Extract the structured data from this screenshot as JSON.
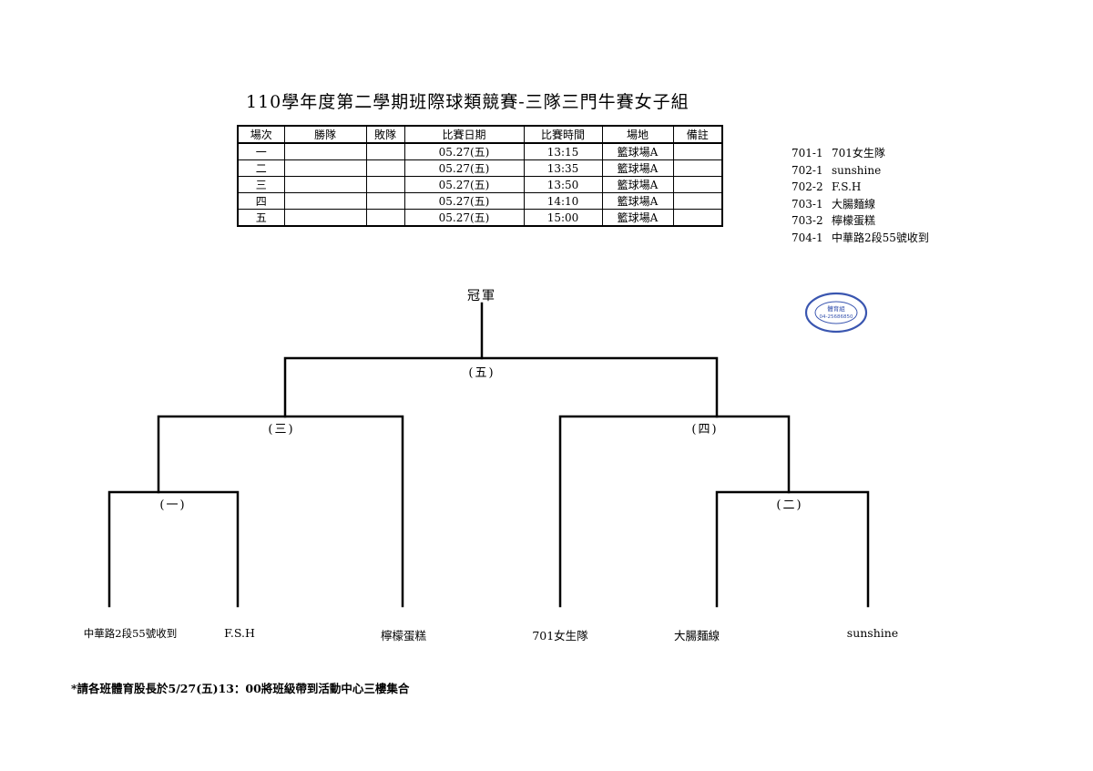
{
  "title": "110學年度第二學期班際球類競賽-三隊三門牛賽女子組",
  "schedule": {
    "headers": [
      "場次",
      "勝隊",
      "敗隊",
      "比賽日期",
      "比賽時間",
      "場地",
      "備註"
    ],
    "rows": [
      {
        "match": "一",
        "winner": "",
        "loser": "",
        "date": "05.27(五)",
        "time": "13:15",
        "venue": "籃球場A",
        "note": ""
      },
      {
        "match": "二",
        "winner": "",
        "loser": "",
        "date": "05.27(五)",
        "time": "13:35",
        "venue": "籃球場A",
        "note": ""
      },
      {
        "match": "三",
        "winner": "",
        "loser": "",
        "date": "05.27(五)",
        "time": "13:50",
        "venue": "籃球場A",
        "note": ""
      },
      {
        "match": "四",
        "winner": "",
        "loser": "",
        "date": "05.27(五)",
        "time": "14:10",
        "venue": "籃球場A",
        "note": ""
      },
      {
        "match": "五",
        "winner": "",
        "loser": "",
        "date": "05.27(五)",
        "time": "15:00",
        "venue": "籃球場A",
        "note": ""
      }
    ]
  },
  "teams": [
    {
      "code": "701-1",
      "name": "701女生隊"
    },
    {
      "code": "702-1",
      "name": "sunshine"
    },
    {
      "code": "702-2",
      "name": "F.S.H"
    },
    {
      "code": "703-1",
      "name": "大腸麵線"
    },
    {
      "code": "703-2",
      "name": "檸檬蛋糕"
    },
    {
      "code": "704-1",
      "name": "中華路2段55號收到"
    }
  ],
  "bracket": {
    "champion": "冠軍",
    "rounds": {
      "r1": "(一)",
      "r2": "(二)",
      "r3": "(三)",
      "r4": "(四)",
      "r5": "(五)"
    },
    "slots": [
      "中華路2段55號收到",
      "F.S.H",
      "檸檬蛋糕",
      "701女生隊",
      "大腸麵線",
      "sunshine"
    ]
  },
  "stamp": {
    "phone": "04-25686850",
    "unit": "體育組"
  },
  "footnote": "*請各班體育股長於5/27(五)13：00將班級帶到活動中心三樓集合"
}
